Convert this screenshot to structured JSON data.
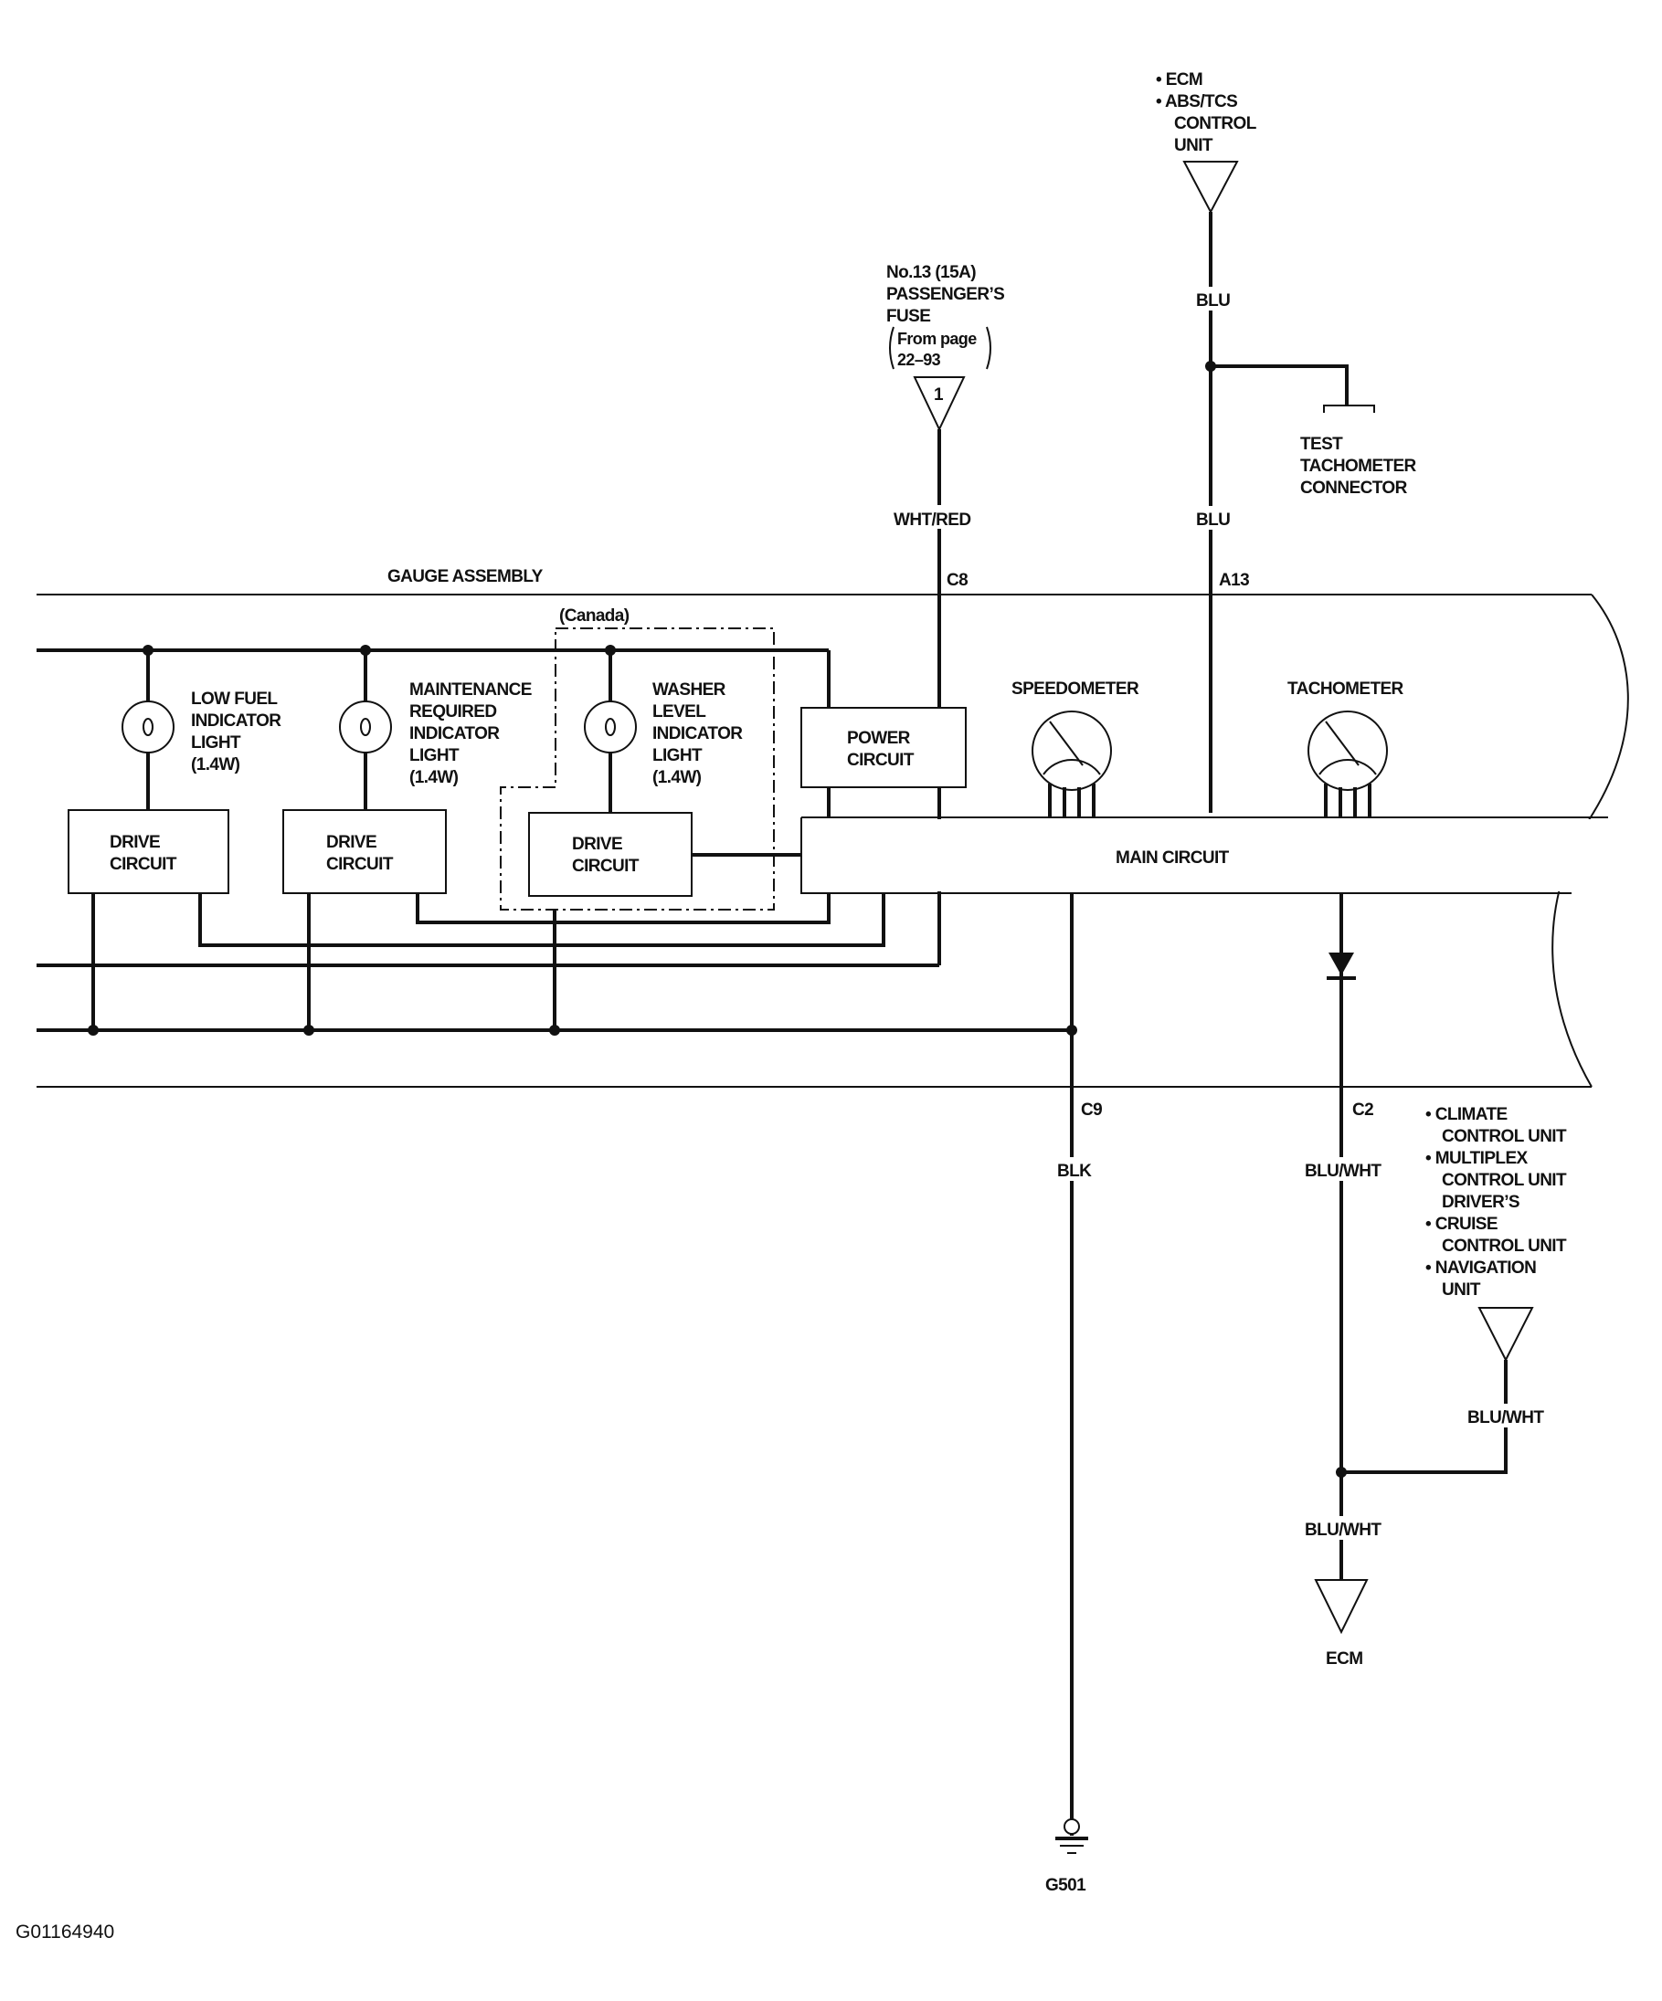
{
  "figure_id": "G01164940",
  "top_connectors": {
    "ecm_abs": [
      "• ECM",
      "• ABS/TCS",
      "CONTROL",
      "UNIT"
    ],
    "fuse": {
      "lines": [
        "No.13 (15A)",
        "PASSENGER’S",
        "FUSE"
      ],
      "from_page": [
        "From page",
        "22–93"
      ],
      "terminal": "1"
    }
  },
  "wires": {
    "blu_top": "BLU",
    "blu_mid": "BLU",
    "wht_red": "WHT/RED",
    "blk": "BLK",
    "blu_wht_1": "BLU/WHT",
    "blu_wht_2": "BLU/WHT",
    "blu_wht_3": "BLU/WHT"
  },
  "test_connector": [
    "TEST",
    "TACHOMETER",
    "CONNECTOR"
  ],
  "pins": {
    "c8": "C8",
    "a13": "A13",
    "c9": "C9",
    "c2": "C2"
  },
  "gauge_assembly": {
    "title": "GAUGE ASSEMBLY",
    "canada": "(Canada)",
    "lights": [
      [
        "LOW FUEL",
        "INDICATOR",
        "LIGHT",
        "(1.4W)"
      ],
      [
        "MAINTENANCE",
        "REQUIRED",
        "INDICATOR",
        "LIGHT",
        "(1.4W)"
      ],
      [
        "WASHER",
        "LEVEL",
        "INDICATOR",
        "LIGHT",
        "(1.4W)"
      ]
    ],
    "drive_circuit": [
      "DRIVE",
      "CIRCUIT"
    ],
    "power_circuit": [
      "POWER",
      "CIRCUIT"
    ],
    "main_circuit": "MAIN CIRCUIT",
    "speedometer": "SPEEDOMETER",
    "tachometer": "TACHOMETER"
  },
  "climate_units": [
    "• CLIMATE",
    "CONTROL UNIT",
    "• MULTIPLEX",
    "CONTROL UNIT",
    "DRIVER’S",
    "• CRUISE",
    "CONTROL UNIT",
    "• NAVIGATION",
    "UNIT"
  ],
  "ecm_bottom": "ECM",
  "ground": "G501"
}
